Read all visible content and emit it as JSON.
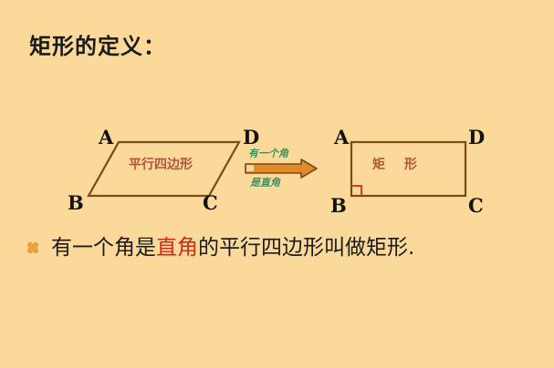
{
  "slide": {
    "title": "矩形的定义：",
    "background_color": "#fbd99b"
  },
  "diagram": {
    "parallelogram": {
      "caption": "平行四边形",
      "caption_color": "#b2543a",
      "stroke_color": "#7a4a18",
      "labels": {
        "a": "A",
        "b": "B",
        "c": "C",
        "d": "D"
      }
    },
    "arrow": {
      "text_above": "有一个角",
      "text_below": "是直角",
      "text_color": "#3f8f52",
      "fill_color": "#e08a2b",
      "stroke_color": "#7a4a18"
    },
    "rectangle": {
      "caption": "矩 形",
      "caption_color": "#b2543a",
      "stroke_color": "#7a4a18",
      "right_angle_marker_color": "#d93b2b",
      "labels": {
        "a": "A",
        "b": "B",
        "c": "C",
        "d": "D"
      }
    }
  },
  "statement": {
    "bullet_icon": "diamond-cluster-bullet",
    "bullet_color": "#e8a33d",
    "part1": "有一个角是",
    "highlight": "直角",
    "highlight_color": "#cc2b1d",
    "part2": "的平行四边形叫做矩形."
  }
}
